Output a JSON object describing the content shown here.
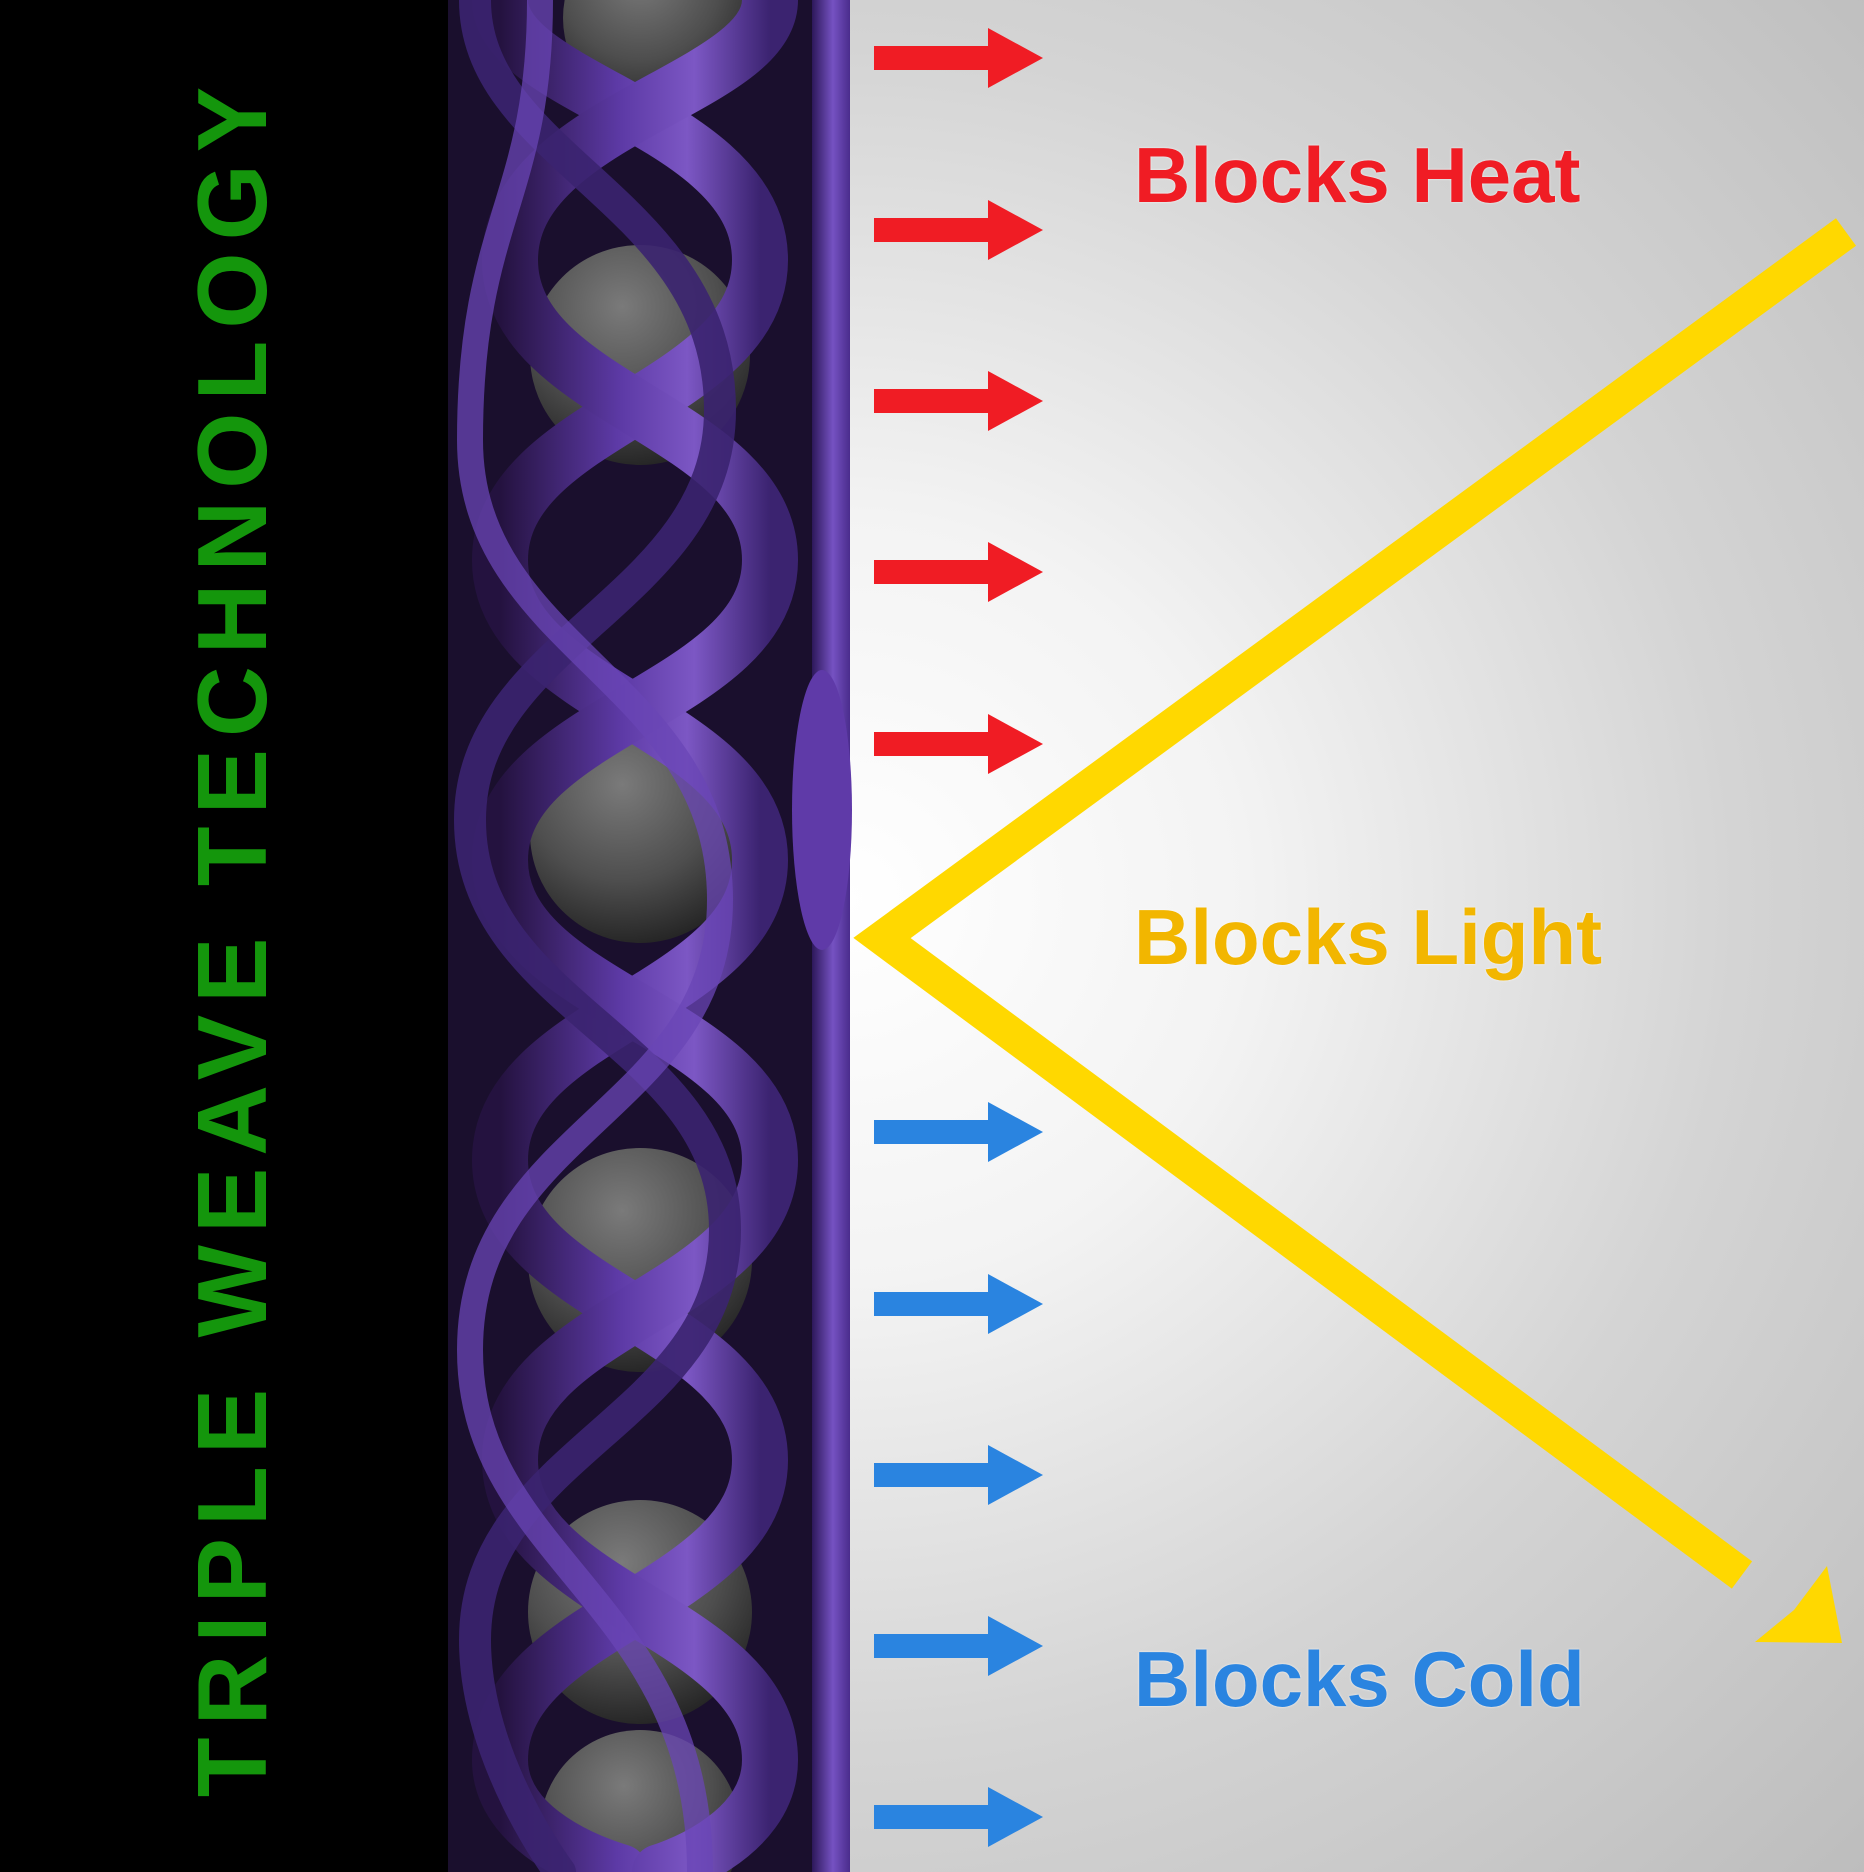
{
  "title": "TRIPLE WEAVE TECHNOLOGY",
  "labels": {
    "heat": "Blocks Heat",
    "light": "Blocks Light",
    "cold": "Blocks Cold"
  },
  "colors": {
    "title": "#14960c",
    "heat": "#f01c24",
    "light": "#f2b600",
    "light_arrow": "#ffd800",
    "cold": "#2a84e0",
    "weave": "#5b3a9e",
    "background_left": "#000000"
  },
  "icons": {
    "heat_arrow": "right-arrow-icon",
    "cold_arrow": "right-arrow-icon",
    "light_ray": "reflected-light-arrow-icon"
  },
  "counts": {
    "heat_arrows": 5,
    "cold_arrows": 5
  }
}
